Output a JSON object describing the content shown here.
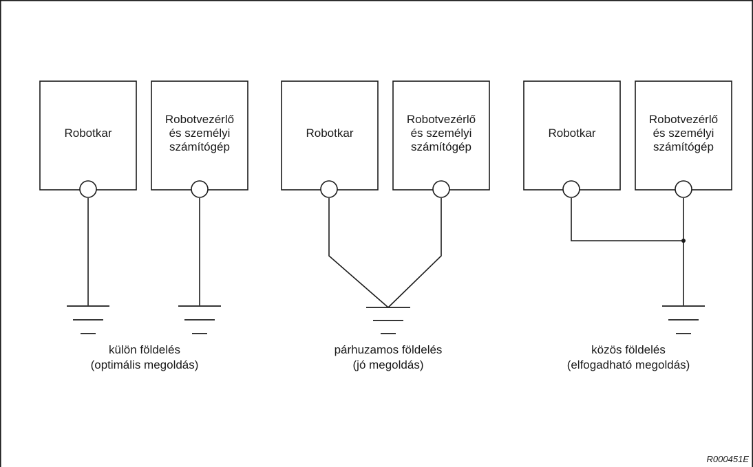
{
  "diagram": {
    "configurations": [
      {
        "arm_label": "Robotkar",
        "controller_label_lines": [
          "Robotvezérlő",
          "és személyi",
          "számítógép"
        ],
        "caption_lines": [
          "külön földelés",
          "(optimális megoldás)"
        ]
      },
      {
        "arm_label": "Robotkar",
        "controller_label_lines": [
          "Robotvezérlő",
          "és személyi",
          "számítógép"
        ],
        "caption_lines": [
          "párhuzamos földelés",
          "(jó megoldás)"
        ]
      },
      {
        "arm_label": "Robotkar",
        "controller_label_lines": [
          "Robotvezérlő",
          "és személyi",
          "számítógép"
        ],
        "caption_lines": [
          "közös földelés",
          "(elfogadható megoldás)"
        ]
      }
    ],
    "figure_code": "R000451E"
  }
}
